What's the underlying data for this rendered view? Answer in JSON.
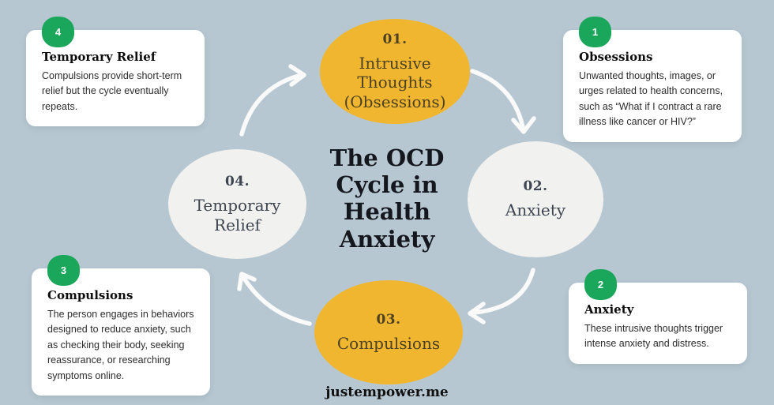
{
  "page": {
    "title_lines": [
      "The OCD",
      "Cycle in",
      "Health",
      "Anxiety"
    ],
    "footer": "justempower.me"
  },
  "colors": {
    "background": "#b7c7d1",
    "accent_yellow": "#f1b62f",
    "circle_gray": "#f1f1ef",
    "badge_green": "#1aa75b",
    "card_bg": "#ffffff",
    "arrow_white": "#fafafa",
    "title_text": "#14171d"
  },
  "cycle_steps": [
    {
      "number": "01.",
      "label": "Intrusive Thoughts (Obsessions)",
      "fill": "#f1b62f"
    },
    {
      "number": "02.",
      "label": "Anxiety",
      "fill": "#f1f1ef"
    },
    {
      "number": "03.",
      "label": "Compulsions",
      "fill": "#f1b62f"
    },
    {
      "number": "04.",
      "label": "Temporary Relief",
      "fill": "#f1f1ef"
    }
  ],
  "cards": [
    {
      "badge": "1",
      "title": "Obsessions",
      "body": "Unwanted thoughts, images, or urges related to health concerns, such as “What if I contract a rare illness like cancer or HIV?”"
    },
    {
      "badge": "2",
      "title": "Anxiety",
      "body": "These intrusive thoughts trigger intense anxiety and distress."
    },
    {
      "badge": "3",
      "title": "Compulsions",
      "body": "The person engages in behaviors designed to reduce anxiety, such as checking their body, seeking reassurance, or researching symptoms online."
    },
    {
      "badge": "4",
      "title": "Temporary Relief",
      "body": "Compulsions provide short-term relief but the cycle eventually repeats."
    }
  ]
}
